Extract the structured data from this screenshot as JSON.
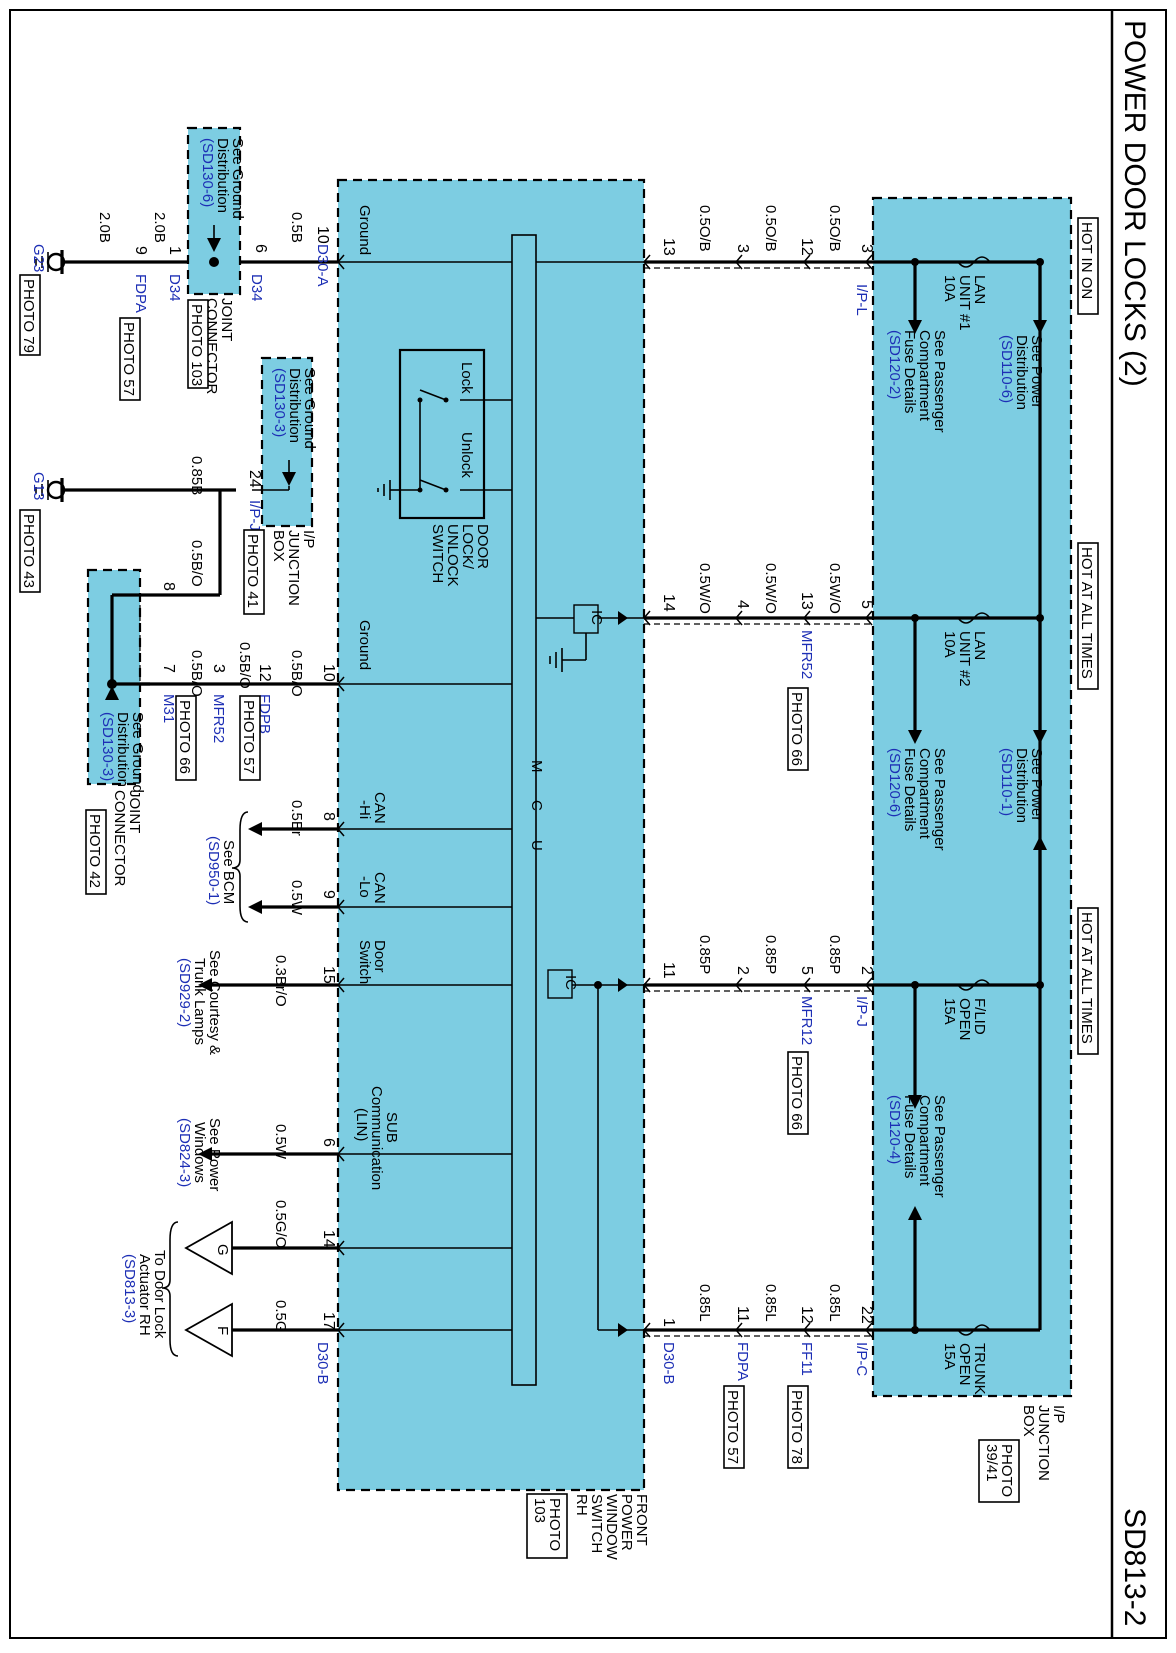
{
  "page": {
    "title": "POWER DOOR LOCKS (2)",
    "code": "SD813-2"
  },
  "feeds": {
    "f1": "HOT IN ON",
    "f2": "HOT AT ALL TIMES",
    "f3": "HOT AT ALL TIMES"
  },
  "ij_box": {
    "name": [
      "I/P",
      "JUNCTION",
      "BOX"
    ],
    "photo": [
      "PHOTO",
      "39/41"
    ],
    "fuse1": [
      "LAN",
      "UNIT #1",
      "10A"
    ],
    "fuse2": [
      "LAN",
      "UNIT #2",
      "10A"
    ],
    "fuse3": [
      "F/LID",
      "OPEN",
      "15A"
    ],
    "fuse4": [
      "TRUNK",
      "OPEN",
      "15A"
    ],
    "pd1": [
      "See Power",
      "Distribution",
      "(SD110-6)"
    ],
    "pd2": [
      "See Power",
      "Distribution",
      "(SD110-1)"
    ],
    "pc1": [
      "See Passenger",
      "Compartment",
      "Fuse Details",
      "(SD120-2)"
    ],
    "pc2": [
      "See Passenger",
      "Compartment",
      "Fuse Details",
      "(SD120-6)"
    ],
    "pc3": [
      "See Passenger",
      "Compartment",
      "Fuse Details",
      "(SD120-4)"
    ]
  },
  "circuits": {
    "c1": {
      "conn_top": "I/P-L",
      "pin_top": "3",
      "wire1": "0.5O/B",
      "pin2": "12",
      "wire2": "0.5O/B",
      "pin3": "3",
      "wire3": "0.5O/B",
      "pin_bot": "13"
    },
    "c2": {
      "conn_top": "MFR52",
      "photo": "PHOTO 66",
      "pin_top": "5",
      "wire1": "0.5W/O",
      "pin2": "13",
      "wire2": "0.5W/O",
      "pin3": "4",
      "wire3": "0.5W/O",
      "pin_bot": "14"
    },
    "c3": {
      "conn_top": "I/P-J",
      "conn2": "MFR12",
      "photo": "PHOTO 66",
      "pin_top": "2",
      "wire1": "0.85P",
      "pin2": "5",
      "wire2": "0.85P",
      "pin3": "2",
      "wire3": "0.85P",
      "pin_bot": "11"
    },
    "c4": {
      "conn_top": "I/P-C",
      "conn2": "FF11",
      "conn3": "FDPA",
      "conn_bot": "D30-B",
      "photo1": "PHOTO 78",
      "photo2": "PHOTO 57",
      "pin_top": "22",
      "wire1": "0.85L",
      "pin2": "12",
      "wire2": "0.85L",
      "pin3": "11",
      "wire3": "0.85L",
      "pin_bot": "1"
    }
  },
  "module": {
    "name": [
      "FRONT",
      "POWER",
      "WINDOW",
      "SWITCH",
      "RH"
    ],
    "photo": [
      "PHOTO",
      "103"
    ],
    "mcu_letters": [
      "M",
      "C",
      "U"
    ],
    "ic": "IC",
    "switch_name": [
      "DOOR",
      "LOCK/",
      "UNLOCK",
      "SWITCH"
    ],
    "lock": "Lock",
    "unlock": "Unlock",
    "ground": "Ground",
    "can_hi": [
      "CAN",
      "-Hi"
    ],
    "can_lo": [
      "CAN",
      "-Lo"
    ],
    "door_switch": [
      "Door",
      "Switch"
    ],
    "sub_comm": [
      "SUB",
      "Communication",
      "(LIN)"
    ]
  },
  "left": {
    "conn_d30a": "D30-A",
    "pin10": "10",
    "wire_05b": "0.5B",
    "d34": "D34",
    "pin6": "6",
    "pin1": "1",
    "wire_20b_a": "2.0B",
    "pin9": "9",
    "wire_20b_b": "2.0B",
    "fdpa": "FDPA",
    "photo57": "PHOTO 57",
    "jc1_name": [
      "JOINT",
      "CONNECTOR"
    ],
    "jc1_photo": "PHOTO 103",
    "gd1": [
      "See Ground",
      "Distribution",
      "(SD130-6)"
    ],
    "g23": "G23",
    "g23_photo": "PHOTO 79",
    "gd2": [
      "See Ground",
      "Distribution",
      "(SD130-3)"
    ],
    "ipj": "I/P-J",
    "pin24": "24",
    "wire_085b": "0.85B",
    "g13": "G13",
    "g13_photo": "PHOTO 43",
    "ipj_box": [
      "I/P",
      "JUNCTION",
      "BOX"
    ],
    "photo41": "PHOTO 41",
    "wire_05bo_a": "0.5B/O",
    "pin8": "8",
    "pin10b": "10",
    "wire_05bo_b": "0.5B/O",
    "pin12": "12",
    "wire_05bo_c": "0.5B/O",
    "fdpb": "FDPB",
    "fdpb_photo": "PHOTO 57",
    "pin3": "3",
    "wire_05bo_d": "0.5B/O",
    "mfr52": "MFR52",
    "mfr52_photo": "PHOTO 66",
    "pin7": "7",
    "m31": "M31",
    "gd3": [
      "See Ground",
      "Distribution",
      "(SD130-3)"
    ],
    "jc2_name": [
      "JOINT",
      "CONNECTOR"
    ],
    "jc2_photo": "PHOTO 42"
  },
  "bottom": {
    "pin8": "8",
    "wire_can_hi": "0.5Br",
    "pin9": "9",
    "wire_can_lo": "0.5W",
    "bcm": [
      "See BCM",
      "(SD950-1)"
    ],
    "pin15": "15",
    "wire_door": "0.3Br/O",
    "courtesy": [
      "See Courtesy &",
      "Trunk Lamps",
      "(SD929-2)"
    ],
    "pin6": "6",
    "wire_lin": "0.5W",
    "pw": [
      "See Power",
      "Windows",
      "(SD824-3)"
    ],
    "pin14": "14",
    "wire_g": "0.5G/O",
    "pin17": "17",
    "wire_f": "0.5G",
    "conn_d30b": "D30-B",
    "g": "G",
    "f": "F",
    "actuator": [
      "To Door Lock",
      "Actuator RH",
      "(SD813-3)"
    ]
  }
}
